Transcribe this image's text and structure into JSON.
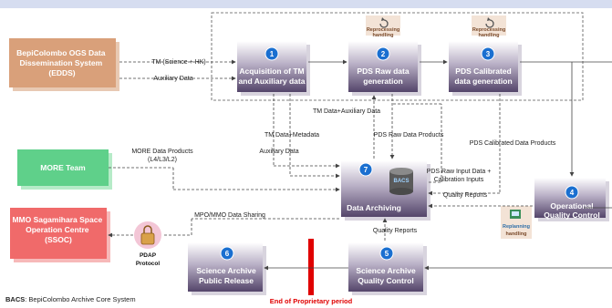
{
  "external": {
    "edds": "BepiColombo OGS Data Dissemination System (EDDS)",
    "more": "MORE Team",
    "ssoc": "MMO Sagamihara Space Operation Centre (SSOC)"
  },
  "processes": [
    {
      "num": "1",
      "label": "Acquisition of TM and Auxiliary data"
    },
    {
      "num": "2",
      "label": "PDS Raw data generation"
    },
    {
      "num": "3",
      "label": "PDS Calibrated data generation"
    },
    {
      "num": "4",
      "label": "Operational Quality Control"
    },
    {
      "num": "5",
      "label": "Science Archive Quality Control"
    },
    {
      "num": "6",
      "label": "Science Archive Public Release"
    },
    {
      "num": "7",
      "label": "Data Archiving"
    }
  ],
  "reprocessing_1": "Reprocessing handling",
  "reprocessing_2": "Reprocessing handling",
  "replanning": "Replanning handling",
  "bacs_db": "BACS",
  "pdap": "PDAP Protocol",
  "flows": {
    "tm": "TM (Science + HK)",
    "aux": "Auxiliary Data",
    "tm_aux": "TM Data+Auxiliary Data",
    "tm_meta": "TM Data+Metadata",
    "aux2": "Auxiliary Data",
    "pds_raw": "PDS Raw Data Products",
    "pds_cal": "PDS Calibrated Data Products",
    "more_products": "MORE Data Products (L4/L3/L2)",
    "pds_raw_input": "PDS Raw Input Data + Calibration Inputs",
    "quality1": "Quality Reports",
    "quality2": "Quality Reports",
    "mpo_mmo": "MPO/MMO Data Sharing"
  },
  "end_proprietary": "End of Proprietary period",
  "footnote_bold": "BACS",
  "footnote_rest": ": BepiColombo Archive Core System",
  "colors": {
    "process": "#5a4a6e",
    "edds": "#d9a07a",
    "more": "#5fd08a",
    "ssoc": "#f06a6a",
    "circle": "#1a6fd0"
  }
}
